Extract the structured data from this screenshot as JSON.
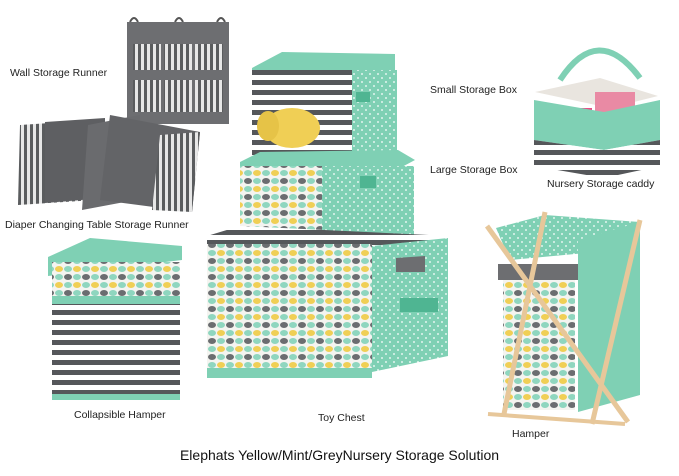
{
  "labels": {
    "wall_storage_runner": "Wall Storage Runner",
    "diaper_runner": "Diaper Changing Table Storage Runner",
    "collapsible_hamper": "Collapsible Hamper",
    "toy_chest": "Toy Chest",
    "small_storage_box": "Small Storage Box",
    "large_storage_box": "Large Storage Box",
    "nursery_caddy": "Nursery Storage caddy",
    "hamper": "Hamper"
  },
  "caption": "Elephats Yellow/Mint/GreyNursery Storage Solution",
  "colors": {
    "mint": "#7ecfb3",
    "grey": "#58595b",
    "yellow": "#f2d35c",
    "wood": "#e7c79a"
  }
}
